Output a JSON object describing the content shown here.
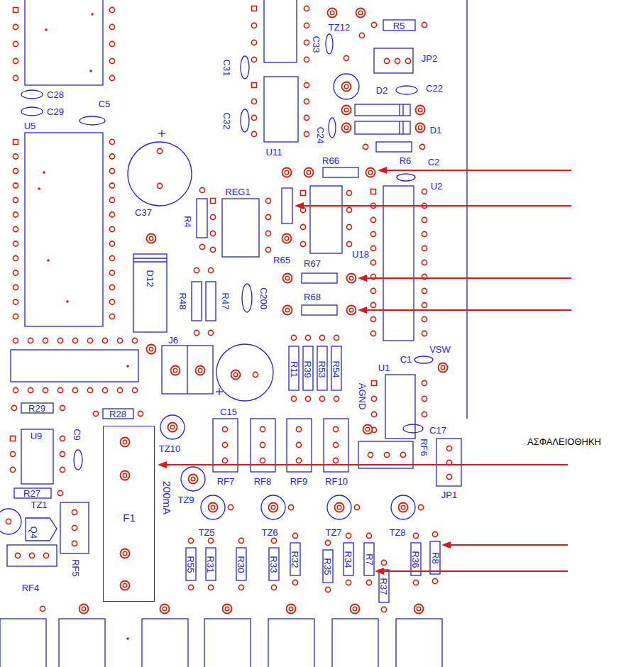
{
  "diagram": {
    "nodes": [
      {
        "text": [
          "F1",
          "200mA"
        ]
      }
    ],
    "labels": [
      "C28",
      "C29",
      "C5",
      "U5",
      "C37",
      "R4",
      "REG1",
      "D12",
      "R48",
      "R47",
      "C200",
      "R65",
      "R66",
      "U18",
      "R6",
      "C2",
      "R67",
      "R68",
      "U2",
      "R5",
      "JP2",
      "TZ12",
      "C33",
      "C31",
      "C32",
      "U11",
      "C24",
      "D2",
      "C22",
      "D1",
      "C1",
      "VSW",
      "U1",
      "J6",
      "C15",
      "R11",
      "R39",
      "R53",
      "R54",
      "AGND",
      "C17",
      "RF6",
      "JP1",
      "R29",
      "R28",
      "U9",
      "C9",
      "R27",
      "TZ1",
      "Q4",
      "RF5",
      "RF4",
      "TZ10",
      "TZ9",
      "RF7",
      "RF8",
      "RF9",
      "RF10",
      "TZ5",
      "TZ6",
      "TZ7",
      "TZ8",
      "R55",
      "R31",
      "R30",
      "R33",
      "R32",
      "R35",
      "R34",
      "R7",
      "R37",
      "R36",
      "R8",
      "ΑΣΦΑΛΕΙΟΘΗΚΗ"
    ]
  }
}
